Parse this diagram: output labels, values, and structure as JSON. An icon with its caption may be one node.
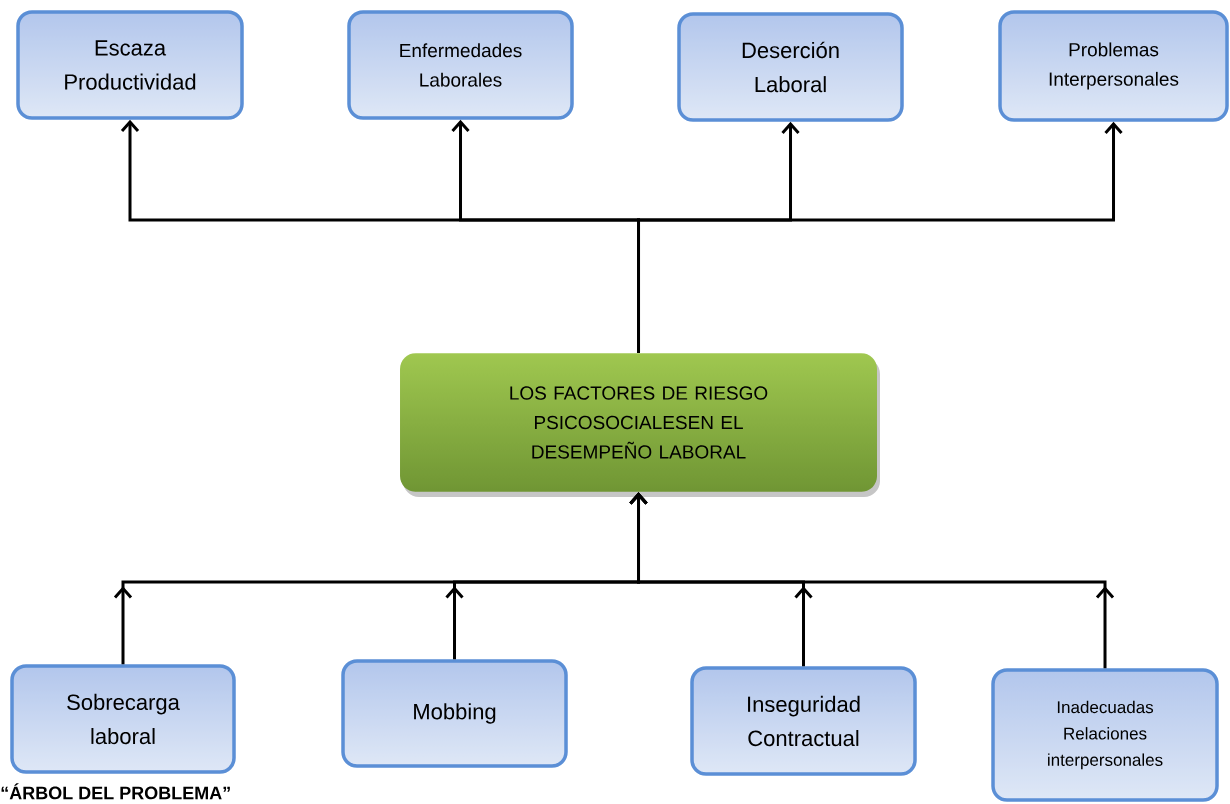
{
  "diagram": {
    "caption": "“ÁRBOL DEL PROBLEMA”",
    "nodes": [
      {
        "text": [
          "Escaza Productividad"
        ]
      },
      {
        "text": [
          "Enfermedades Laborales"
        ]
      },
      {
        "text": [
          "Deserción Laboral"
        ]
      },
      {
        "text": [
          "Problemas Interpersonales"
        ]
      },
      {
        "text": [
          "LOS FACTORES DE RIESGO PSICOSOCIALESEN EL DESEMPEÑO LABORAL"
        ]
      },
      {
        "text": [
          "Sobrecarga laboral"
        ]
      },
      {
        "text": [
          "Mobbing"
        ]
      },
      {
        "text": [
          "Inseguridad Contractual"
        ]
      },
      {
        "text": [
          "Inadecuadas Relaciones interpersonales"
        ]
      }
    ],
    "edges": [
      {
        "from": 4,
        "to": 0,
        "arrow": "to"
      },
      {
        "from": 4,
        "to": 1,
        "arrow": "to"
      },
      {
        "from": 4,
        "to": 2,
        "arrow": "to"
      },
      {
        "from": 4,
        "to": 3,
        "arrow": "to"
      },
      {
        "from": 5,
        "to": 4,
        "arrow": "to"
      },
      {
        "from": 6,
        "to": 4,
        "arrow": "to"
      },
      {
        "from": 7,
        "to": 4,
        "arrow": "to"
      },
      {
        "from": 8,
        "to": 4,
        "arrow": "to"
      }
    ]
  }
}
